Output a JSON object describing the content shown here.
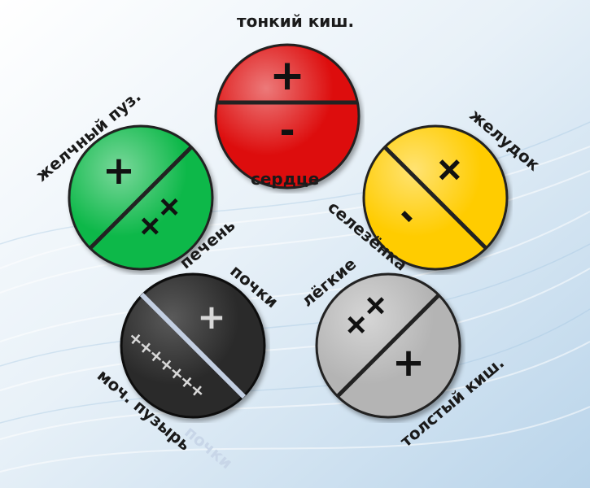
{
  "colors": {
    "heart_circle": "#dd0b0b",
    "liver_circle": "#10b848",
    "stomach_circle": "#ffcc00",
    "kidney_circle": "#2b2b2b",
    "lung_circle": "#b4b4b4",
    "text_dark": "#1a1a1a",
    "text_light": "#c8d6e8",
    "mark_light": "#d8d8d8"
  },
  "labels": {
    "small_intestine": "тонкий киш.",
    "heart": "сердце",
    "gallbladder": "желчный пуз.",
    "liver": "печень",
    "stomach": "желудок",
    "spleen": "селезёнка",
    "kidneys": "почки",
    "bladder": "моч. пузырь",
    "lungs": "лёгкие",
    "large_intestine": "толстый киш.",
    "kidneys_faint": "почки"
  },
  "marks": {
    "heart_top": "+",
    "heart_bottom": "-",
    "gall_top": "+",
    "liver_bottom": "++",
    "stomach_top": "+",
    "spleen_bottom": "-",
    "kidney_top": "+",
    "bladder_bottom": "+++++++",
    "lung_top": "++",
    "colon_bottom": "+"
  }
}
